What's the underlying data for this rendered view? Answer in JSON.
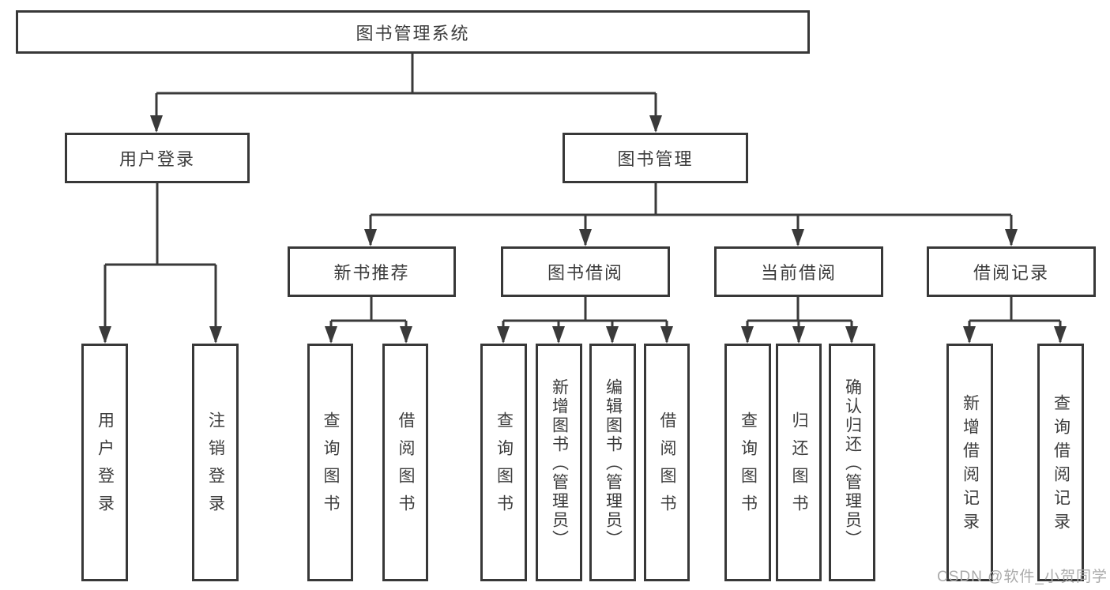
{
  "title": "图书管理系统",
  "level2": {
    "user_login": "用户登录",
    "book_mgmt": "图书管理"
  },
  "level3": {
    "new_book_rec": "新书推荐",
    "book_borrow": "图书借阅",
    "current_borrow": "当前借阅",
    "borrow_records": "借阅记录"
  },
  "leaves": {
    "user_login": [
      "用户登录",
      "注销登录"
    ],
    "new_book_rec": [
      "查询图书",
      "借阅图书"
    ],
    "book_borrow": [
      "查询图书",
      "新增图书（管理员）",
      "编辑图书（管理员）",
      "借阅图书"
    ],
    "current_borrow": [
      "查询图书",
      "归还图书",
      "确认归还（管理员）"
    ],
    "borrow_records": [
      "新增借阅记录",
      "查询借阅记录"
    ]
  },
  "watermark": "CSDN @软件_小贺同学",
  "colors": {
    "line": "#3a3a3a",
    "border": "#383838",
    "text": "#3c3c3c",
    "watermark": "#ababab",
    "background": "#ffffff"
  }
}
